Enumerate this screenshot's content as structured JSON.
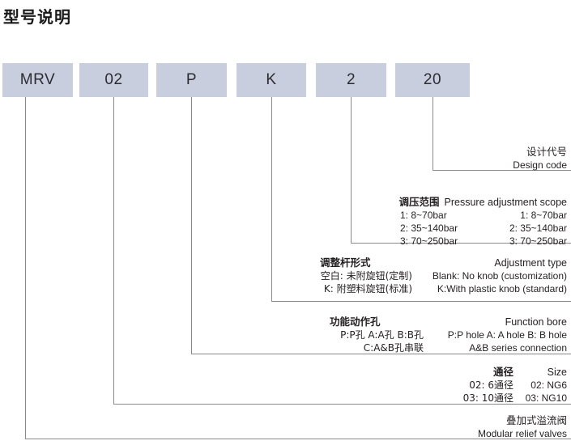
{
  "title": "型号说明",
  "model_code": {
    "boxes": [
      {
        "id": "series",
        "value": "MRV"
      },
      {
        "id": "size",
        "value": "02"
      },
      {
        "id": "function-bore",
        "value": "P"
      },
      {
        "id": "adjust-type",
        "value": "K"
      },
      {
        "id": "pressure",
        "value": "2"
      },
      {
        "id": "design-code",
        "value": "20"
      }
    ]
  },
  "annotations": [
    {
      "id": "design-code",
      "heading_cn": "设计代号",
      "heading_en": "Design code",
      "lines_cn": [],
      "lines_en": []
    },
    {
      "id": "pressure-adjustment-scope",
      "heading_cn": "调压范围",
      "heading_en": "Pressure adjustment scope",
      "lines_cn": [
        "1: 8~70bar",
        "2: 35~140bar",
        "3: 70~250bar"
      ],
      "lines_en": [
        "1: 8~70bar",
        "2: 35~140bar",
        "3: 70~250bar"
      ]
    },
    {
      "id": "adjustment-type",
      "heading_cn": "调整杆形式",
      "heading_en": "Adjustment type",
      "lines_cn": [
        "空白: 未附旋钮(定制)",
        "K: 附塑料旋钮(标准)"
      ],
      "lines_en": [
        "Blank: No knob (customization)",
        "K:With plastic knob (standard)"
      ]
    },
    {
      "id": "function-bore",
      "heading_cn": "功能动作孔",
      "heading_en": "Function bore",
      "lines_cn": [
        "P:P孔  A:A孔  B:B孔",
        "C:A&B孔串联"
      ],
      "lines_en": [
        "P:P hole   A: A hole   B: B hole",
        "A&B series connection"
      ]
    },
    {
      "id": "size",
      "heading_cn": "通径",
      "heading_en": "Size",
      "lines_cn": [
        "02: 6通径",
        "03: 10通径"
      ],
      "lines_en": [
        "02: NG6",
        "03: NG10"
      ]
    },
    {
      "id": "product-type",
      "heading_cn": "叠加式溢流阀",
      "heading_en": "Modular relief valves",
      "lines_cn": [],
      "lines_en": []
    }
  ]
}
